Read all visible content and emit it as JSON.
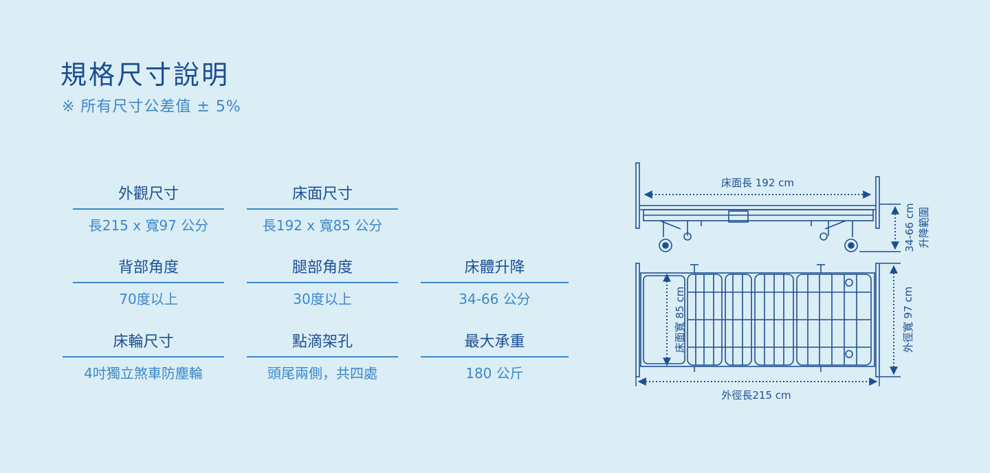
{
  "header": {
    "title": "規格尺寸說明",
    "note": "※  所有尺寸公差值 ± 5%"
  },
  "specs": [
    {
      "label": "外觀尺寸",
      "value": "長215 x 寬97 公分"
    },
    {
      "label": "床面尺寸",
      "value": "長192 x 寬85 公分"
    },
    {
      "label": "背部角度",
      "value": "70度以上"
    },
    {
      "label": "腿部角度",
      "value": "30度以上"
    },
    {
      "label": "床體升降",
      "value": "34-66 公分"
    },
    {
      "label": "床輪尺寸",
      "value": "4吋獨立煞車防塵輪"
    },
    {
      "label": "點滴架孔",
      "value": "頭尾兩側，共四處"
    },
    {
      "label": "最大承重",
      "value": "180 公斤"
    }
  ],
  "diagram": {
    "bed_surface_length": "床面長 192  cm",
    "height_range_value": "34-66 cm",
    "height_range_label": "升降範圍",
    "bed_surface_width": "床面寬  85 cm",
    "outer_width": "外徑寬  97 cm",
    "outer_length": "外徑長215 cm"
  },
  "colors": {
    "background": "#dbeef5",
    "primary": "#1e4f94",
    "accent": "#3d86c8"
  }
}
